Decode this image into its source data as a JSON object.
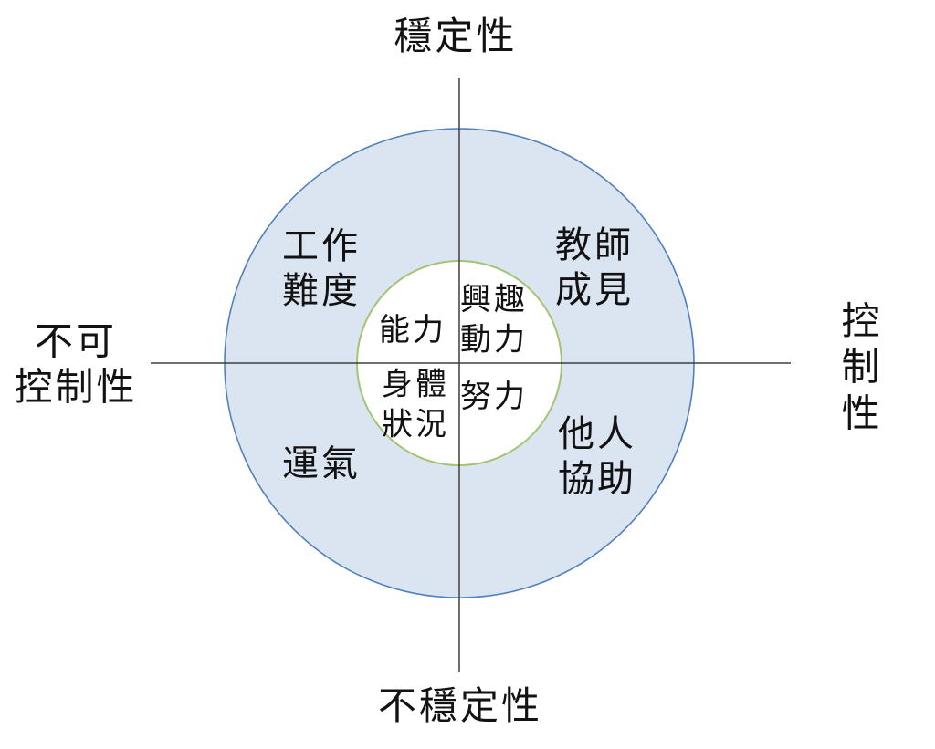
{
  "diagram": {
    "title_meaning": "attribution-dimensions-diagram",
    "axes": {
      "top": "穩定性",
      "bottom": "不穩定性",
      "left": "不可\n控制性",
      "right": "控制性"
    },
    "outer_ring": {
      "top_left": "工作\n難度",
      "top_right": "教師\n成見",
      "bottom_left": "運氣",
      "bottom_right": "他人\n協助"
    },
    "inner_circle": {
      "top_left": "能力",
      "top_right": "興趣\n動力",
      "bottom_left": "身體\n狀況",
      "bottom_right": "努力"
    },
    "colors": {
      "outer_fill": "#dbe5f1",
      "outer_stroke": "#4f81bd",
      "inner_fill": "#ffffff",
      "inner_stroke": "#a3c472",
      "axis_line": "#3f3f3f",
      "text": "#121212"
    }
  }
}
